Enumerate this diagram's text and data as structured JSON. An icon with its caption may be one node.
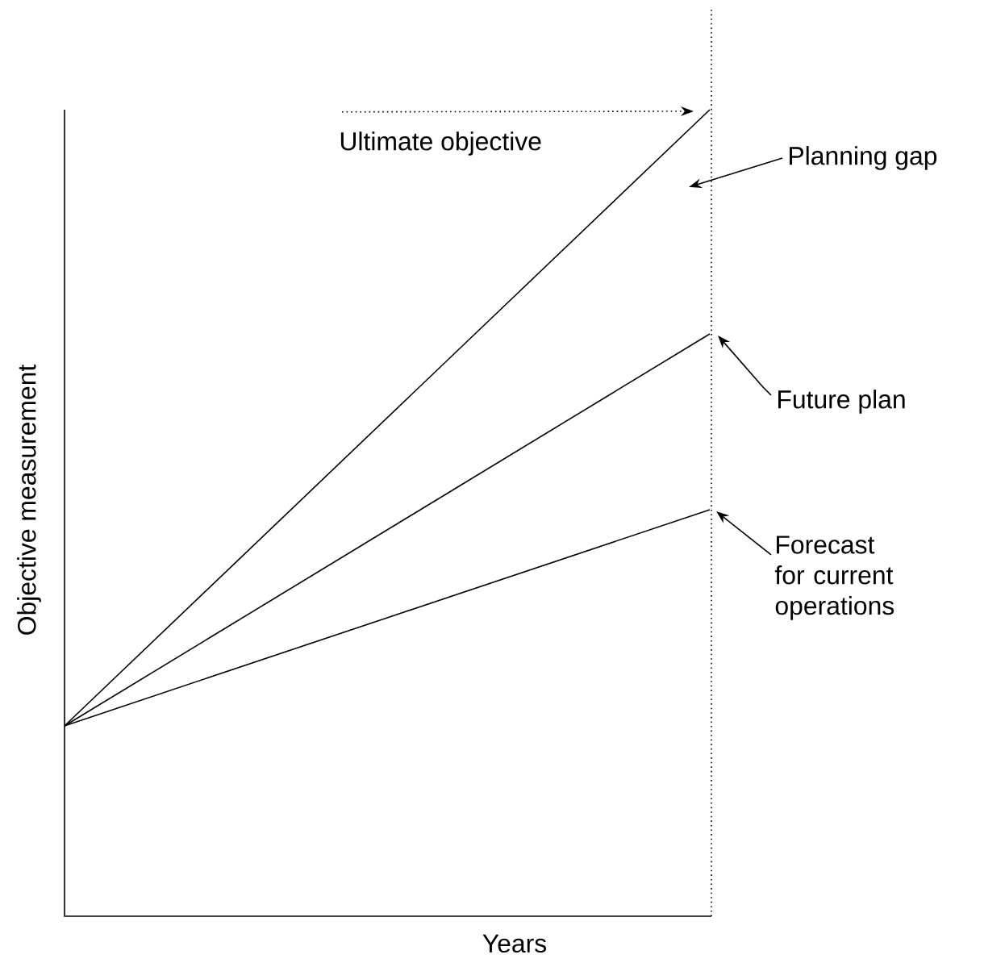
{
  "diagram": {
    "nodes": [
      {
        "text": [
          "Ultimate objective"
        ]
      },
      {
        "text": [
          "Planning gap"
        ]
      },
      {
        "text": [
          "Future plan"
        ]
      },
      {
        "text": [
          "Forecast for current operations"
        ]
      }
    ],
    "edges": [
      {
        "from": 0,
        "to": null,
        "arrow": "to",
        "style": "dashed"
      },
      {
        "from": 1,
        "to": null,
        "arrow": "to"
      },
      {
        "from": 2,
        "to": null,
        "arrow": "to"
      },
      {
        "from": 3,
        "to": null,
        "arrow": "to"
      }
    ],
    "labels": [
      "Objective measurement",
      "Years"
    ]
  }
}
